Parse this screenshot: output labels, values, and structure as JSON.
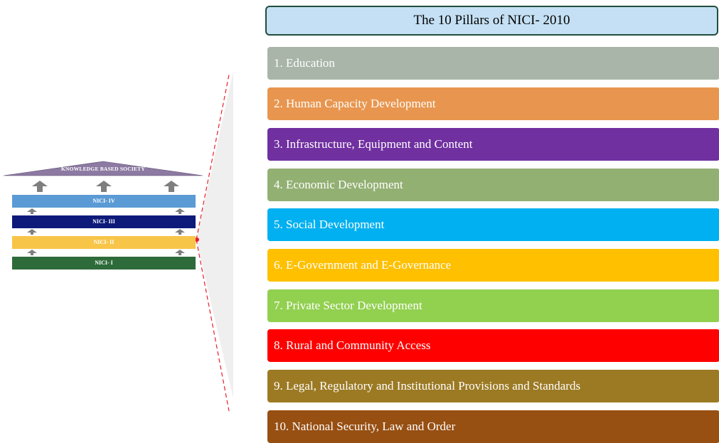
{
  "house": {
    "roof_label": "KNOWLEDGE BASED SOCIETY",
    "roof_color": "#8d7aa2",
    "phases": [
      {
        "label": "NICI- IV",
        "color": "#5b9bd5"
      },
      {
        "label": "NICI- III",
        "color": "#0d1a7a"
      },
      {
        "label": "NICI- II",
        "color": "#f7c548"
      },
      {
        "label": "NICI- I",
        "color": "#2e6b3a"
      }
    ],
    "arrow_color": "#7f7f7f"
  },
  "title": "The 10 Pillars of NICI- 2010",
  "pillars": [
    {
      "label": "1. Education",
      "color": "#a8b5a8"
    },
    {
      "label": "2. Human Capacity Development",
      "color": "#e8964f"
    },
    {
      "label": "3. Infrastructure, Equipment and Content",
      "color": "#7030a0"
    },
    {
      "label": "4. Economic Development",
      "color": "#93b073"
    },
    {
      "label": "5. Social Development",
      "color": "#00b0f0"
    },
    {
      "label": "6. E-Government and E-Governance",
      "color": "#ffc000"
    },
    {
      "label": "7. Private Sector Development",
      "color": "#92d050"
    },
    {
      "label": "8. Rural and Community Access",
      "color": "#ff0000"
    },
    {
      "label": "9. Legal, Regulatory and Institutional Provisions and Standards",
      "color": "#9c7a24"
    },
    {
      "label": "10. National Security, Law and Order",
      "color": "#974f12"
    }
  ],
  "connector_color": "#e8202a"
}
